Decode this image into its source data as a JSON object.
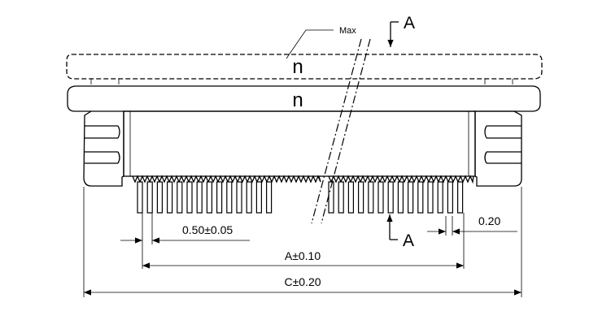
{
  "labels": {
    "max": "Max",
    "section_top": "A",
    "section_bottom": "A",
    "latch_top": "n",
    "latch_bottom": "n"
  },
  "dimensions": {
    "pitch": "0.50±0.05",
    "pin_width": "0.20",
    "dim_a": "A±0.10",
    "dim_c": "C±0.20"
  },
  "pin_count_per_side": 14
}
